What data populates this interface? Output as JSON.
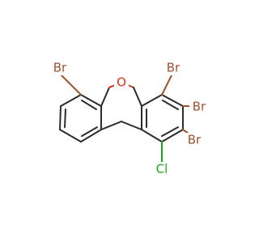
{
  "molecule": {
    "atoms": {
      "br_left": {
        "label": "Br",
        "color": "#a0522d"
      },
      "oxygen": {
        "label": "O",
        "color": "#e03010"
      },
      "br_top": {
        "label": "Br",
        "color": "#a0522d"
      },
      "br_mid": {
        "label": "Br",
        "color": "#a0522d"
      },
      "br_low": {
        "label": "Br",
        "color": "#a0522d"
      },
      "chlorine": {
        "label": "Cl",
        "color": "#1fa81f"
      }
    },
    "bond_color": "#2b2b2b"
  }
}
